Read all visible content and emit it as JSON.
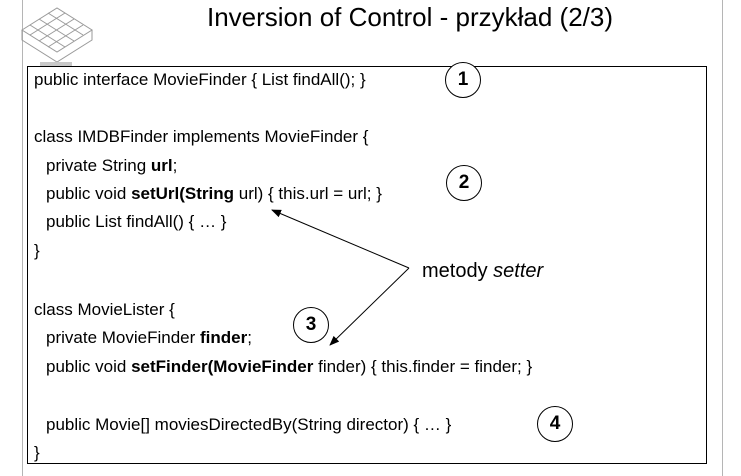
{
  "slide": {
    "title": "Inversion of Control - przykład (2/3)",
    "logo_icon": "institution-logo-icon"
  },
  "code": {
    "l1": "public interface MovieFinder { List findAll(); }",
    "l2": "class IMDBFinder implements MovieFinder {",
    "l3_a": "private String ",
    "l3_b": "url",
    "l3_c": ";",
    "l4_a": "public void ",
    "l4_b": "setUrl(String",
    "l4_c": " url) { this.url = url; }",
    "l5": "public List findAll() { … }",
    "l6": "}",
    "l7": "class MovieLister {",
    "l8_a": "private MovieFinder ",
    "l8_b": "finder",
    "l8_c": ";",
    "l9_a": "public void ",
    "l9_b": "setFinder(MovieFinder",
    "l9_c": " finder) { this.finder = finder; }",
    "l10": "public Movie[] moviesDirectedBy(String director) { … }",
    "l11": "}"
  },
  "markers": [
    "1",
    "2",
    "3",
    "4"
  ],
  "annotation": {
    "prefix": "metody ",
    "emph": "setter"
  }
}
